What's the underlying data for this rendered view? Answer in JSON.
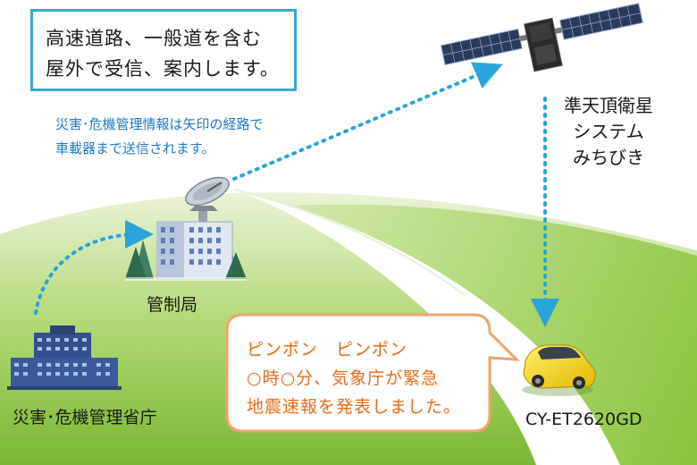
{
  "top_box": {
    "line1": "高速道路、一般道を含む",
    "line2": "屋外で受信、案内します。"
  },
  "info_text": {
    "line1": "災害･危機管理情報は矢印の経路で",
    "line2": "車載器まで送信されます。"
  },
  "satellite_label": {
    "line1": "準天頂衛星",
    "line2": "システム",
    "line3": "みちびき"
  },
  "control_station_label": "管制局",
  "disaster_office_label": "災害･危機管理省庁",
  "device_label": "CY-ET2620GD",
  "speech_bubble": {
    "line1": "ピンポン　ピンポン",
    "line2": "○時○分、気象庁が緊急",
    "line3": "地震速報を発表しました。"
  },
  "colors": {
    "arrow": "#2aa4d8",
    "box_border": "#3aa7d2",
    "info_text": "#1f78c8",
    "bubble_border": "#f0a46a",
    "bubble_text": "#e86a1a",
    "hill_green": "#8cc63e",
    "car_yellow": "#f2d21a"
  },
  "icons": [
    "satellite-icon",
    "parabolic-antenna-icon",
    "control-building-icon",
    "government-building-icon",
    "car-icon"
  ]
}
